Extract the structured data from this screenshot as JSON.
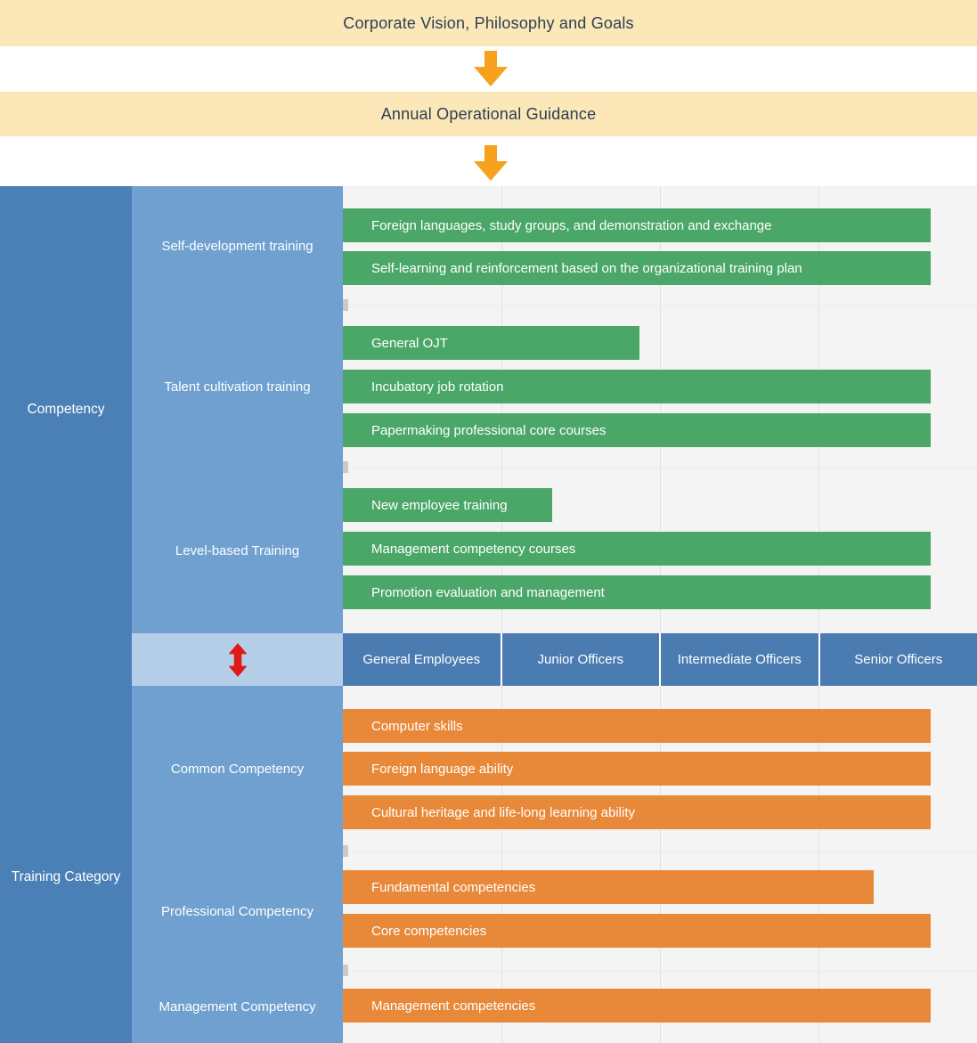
{
  "banners": {
    "vision": "Corporate Vision, Philosophy and Goals",
    "guidance": "Annual Operational Guidance"
  },
  "left": {
    "competency": "Competency",
    "training_category": "Training Category"
  },
  "competency_groups": [
    {
      "label": "Self-development training",
      "bars": [
        "Foreign languages, study groups, and demonstration and exchange",
        "Self-learning and reinforcement based on the organizational training plan"
      ]
    },
    {
      "label": "Talent cultivation training",
      "bars": [
        "General OJT",
        "Incubatory job rotation",
        "Papermaking professional core courses"
      ]
    },
    {
      "label": "Level-based Training",
      "bars": [
        "New employee training",
        "Management competency courses",
        "Promotion evaluation and management"
      ]
    }
  ],
  "levels": [
    "General Employees",
    "Junior Officers",
    "Intermediate Officers",
    "Senior Officers"
  ],
  "training_groups": [
    {
      "label": "Common Competency",
      "bars": [
        "Computer skills",
        "Foreign language ability",
        "Cultural heritage and life-long learning ability"
      ]
    },
    {
      "label": "Professional Competency",
      "bars": [
        "Fundamental competencies",
        "Core competencies"
      ]
    },
    {
      "label": "Management Competency",
      "bars": [
        "Management competencies"
      ]
    }
  ],
  "icons": {
    "flow_arrow": "down-arrow",
    "exchange_arrow": "up-down-arrow"
  },
  "colors": {
    "banner-bg": "#FBE7B8",
    "banner-text": "#2E3F50",
    "accent-orange": "#F6A21E",
    "dark-blue": "#4B80B6",
    "medium-blue": "#6FA0CF",
    "light-blue": "#B5CFE9",
    "header-blue": "#4A7CB2",
    "green": "#4BA768",
    "orange": "#E8893A",
    "red": "#E0191B",
    "panel-bg": "#F4F4F4"
  }
}
